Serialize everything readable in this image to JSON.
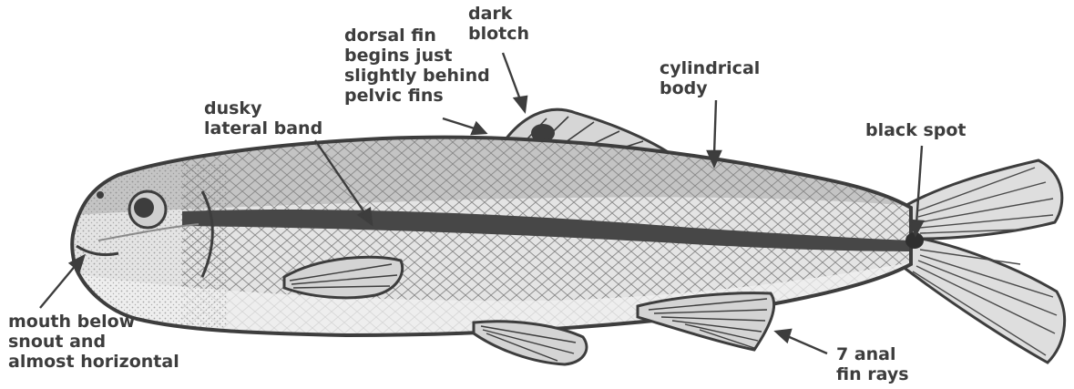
{
  "labels": {
    "dark_blotch": [
      "dark",
      "blotch"
    ],
    "dorsal_fin": [
      "dorsal fin",
      "begins just",
      "slightly behind",
      "pelvic fins"
    ],
    "cylindrical_body": [
      "cylindrical",
      "body"
    ],
    "dusky_lateral_band": [
      "dusky",
      "lateral band"
    ],
    "black_spot": [
      "black spot"
    ],
    "mouth": [
      "mouth below",
      "snout and",
      "almost horizontal"
    ],
    "anal_fin": [
      "7 anal",
      "fin rays"
    ]
  },
  "colors": {
    "ink": "#3d3d3d",
    "body_fill": "#dcdcdc",
    "belly_fill": "#efefef",
    "band": "#4a4a4a",
    "background": "#ffffff"
  }
}
